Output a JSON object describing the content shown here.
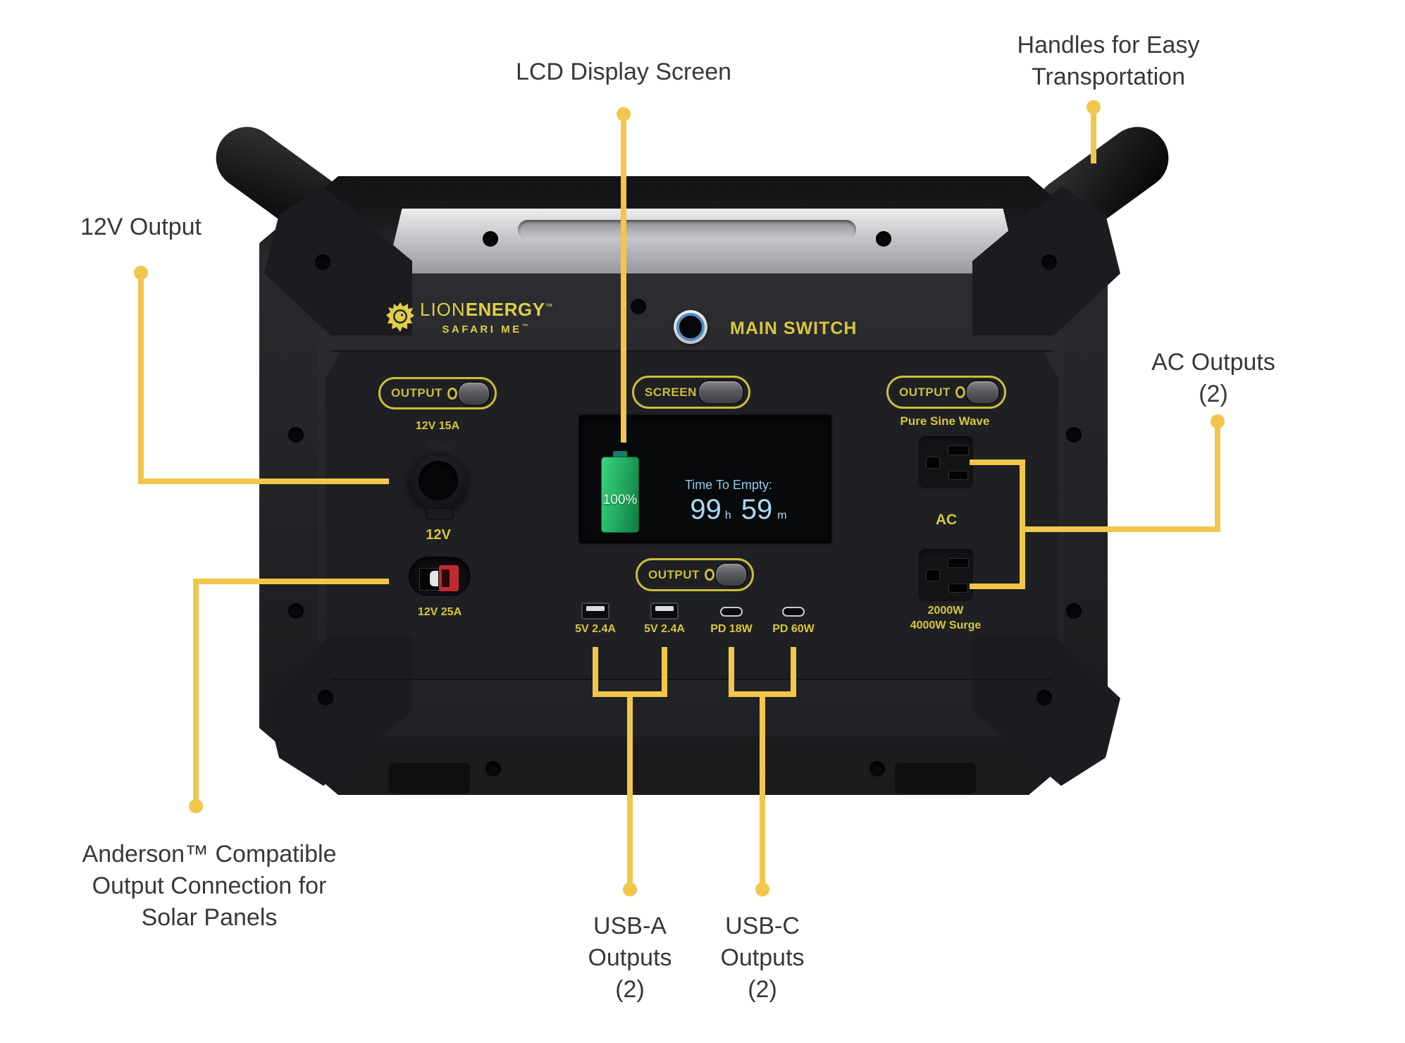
{
  "palette": {
    "callout_line": "#F2C64B",
    "callout_text": "#383838",
    "device_label_yellow": "#D8C63E",
    "lcd_blue": "#9AD4EF",
    "battery_green": "#27B563",
    "main_switch_ring": "#4E8FC7"
  },
  "callouts": {
    "lcd": "LCD Display Screen",
    "handles": "Handles for Easy\nTransportation",
    "dc12v": "12V Output",
    "ac": "AC Outputs\n(2)",
    "anderson": "Anderson™ Compatible\nOutput Connection for\nSolar Panels",
    "usb_a": "USB-A\nOutputs\n(2)",
    "usb_c": "USB-C\nOutputs\n(2)"
  },
  "device": {
    "brand_light": "LION",
    "brand_bold": "ENERGY",
    "brand_tm": "™",
    "model": "SAFARI ME",
    "model_tm": "™",
    "main_switch": "MAIN SWITCH",
    "buttons": {
      "output": "OUTPUT",
      "screen": "SCREEN"
    },
    "labels": {
      "dc_rating": "12V 15A",
      "dc": "12V",
      "anderson_rating": "12V 25A",
      "pure_sine": "Pure Sine Wave",
      "ac": "AC",
      "ac_rating": "2000W\n4000W Surge"
    },
    "ports": {
      "usb": [
        {
          "type": "usb-a",
          "label": "5V 2.4A"
        },
        {
          "type": "usb-a",
          "label": "5V 2.4A"
        },
        {
          "type": "usb-c",
          "label": "PD 18W"
        },
        {
          "type": "usb-c",
          "label": "PD 60W"
        }
      ]
    },
    "lcd": {
      "battery": "100%",
      "tte_label": "Time To Empty:",
      "h": "99",
      "h_unit": "h",
      "m": "59",
      "m_unit": "m"
    }
  }
}
